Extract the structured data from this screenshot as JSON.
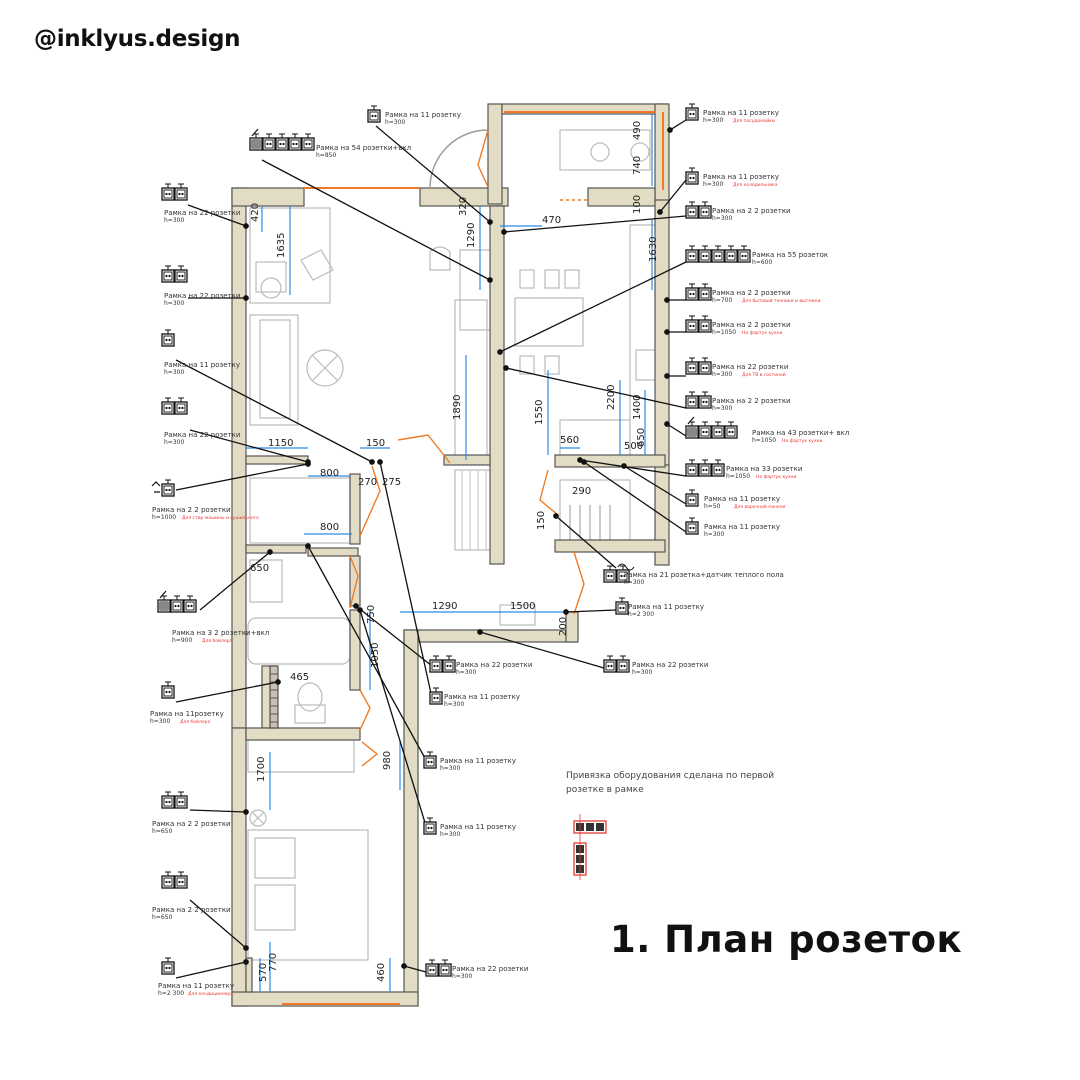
{
  "header": {
    "handle": "@inklyus.design"
  },
  "title": "1. План розеток",
  "legend": {
    "line1": "Привязка оборудования сделана по первой",
    "line2": "розетке в рамке"
  },
  "dimensions": [
    "420",
    "1635",
    "1290",
    "320",
    "470",
    "490",
    "740",
    "100",
    "1630",
    "1890",
    "1550",
    "2200",
    "1400",
    "560",
    "500",
    "650",
    "1150",
    "150",
    "800",
    "270",
    "275",
    "290",
    "150",
    "800",
    "650",
    "1290",
    "1500",
    "750",
    "200",
    "1050",
    "465",
    "1700",
    "980",
    "570",
    "770",
    "460"
  ],
  "sockets": [
    {
      "label": "Рамка на 11 розетку",
      "height": "h=300",
      "note": ""
    },
    {
      "label": "Рамка на 54 розетки+вкл",
      "height": "h=850",
      "note": ""
    },
    {
      "label": "Рамка на 22 розетки",
      "height": "h=300",
      "note": ""
    },
    {
      "label": "Рамка на 22 розетки",
      "height": "h=300",
      "note": ""
    },
    {
      "label": "Рамка на 11 розетку",
      "height": "h=300",
      "note": ""
    },
    {
      "label": "Рамка на 22 розетки",
      "height": "h=300",
      "note": ""
    },
    {
      "label": "Рамка на 2 2 розетки",
      "height": "h=1000",
      "note": "Для стир машины и сушильного"
    },
    {
      "label": "Рамка на 3 2 розетки+вкл",
      "height": "h=900",
      "note": "Для бойлера"
    },
    {
      "label": "Рамка на 11розетку",
      "height": "h=300",
      "note": "Для бойлера"
    },
    {
      "label": "Рамка на 2 2 розетки",
      "height": "h=650",
      "note": ""
    },
    {
      "label": "Рамка на 2 2 розетки",
      "height": "h=650",
      "note": ""
    },
    {
      "label": "Рамка на 11 розетку",
      "height": "h=2 300",
      "note": "Для кондиционера"
    },
    {
      "label": "Рамка на 11 розетку",
      "height": "h=300",
      "note": "Для посудомойки"
    },
    {
      "label": "Рамка на 11 розетку",
      "height": "h=300",
      "note": "Для холодильника"
    },
    {
      "label": "Рамка на 2 2 розетки",
      "height": "h=300",
      "note": ""
    },
    {
      "label": "Рамка на 55 розеток",
      "height": "h=600",
      "note": ""
    },
    {
      "label": "Рамка на 2 2 розетки",
      "height": "h=700",
      "note": "Для бытовой техники и вытяжки"
    },
    {
      "label": "Рамка на 2 2 розетки",
      "height": "h=1050",
      "note": "На фартук кухни"
    },
    {
      "label": "Рамка на 22 розетки",
      "height": "h=300",
      "note": "Для ТВ в гостиной"
    },
    {
      "label": "Рамка на 2 2 розетки",
      "height": "h=300",
      "note": ""
    },
    {
      "label": "Рамка на 43 розетки+ вкл",
      "height": "h=1050",
      "note": "На фартук кухни"
    },
    {
      "label": "Рамка на 33 розетки",
      "height": "h=1050",
      "note": "На фартук кухни"
    },
    {
      "label": "Рамка на 11 розетку",
      "height": "h=50",
      "note": "Для варочной панели"
    },
    {
      "label": "Рамка на 11 розетку",
      "height": "h=300",
      "note": ""
    },
    {
      "label": "Рамка на 21 розетка+датчик теплого пола",
      "height": "h=300",
      "note": ""
    },
    {
      "label": "Рамка на 11 розетку",
      "height": "h=2 300",
      "note": ""
    },
    {
      "label": "Рамка на 22 розетки",
      "height": "h=300",
      "note": ""
    },
    {
      "label": "Рамка на 22 розетки",
      "height": "h=300",
      "note": ""
    },
    {
      "label": "Рамка на 11 розетку",
      "height": "h=300",
      "note": ""
    },
    {
      "label": "Рамка на 11 розетку",
      "height": "h=300",
      "note": ""
    },
    {
      "label": "Рамка на 11 розетку",
      "height": "h=300",
      "note": ""
    },
    {
      "label": "Рамка на 22 розетки",
      "height": "h=300",
      "note": ""
    }
  ],
  "colors": {
    "wall": "#e3dcc4",
    "wall_edge": "#555",
    "door": "#f07b24",
    "dimension": "#2b8be8",
    "leader": "#111",
    "note": "#e53935",
    "furniture": "#bbbbbb"
  }
}
